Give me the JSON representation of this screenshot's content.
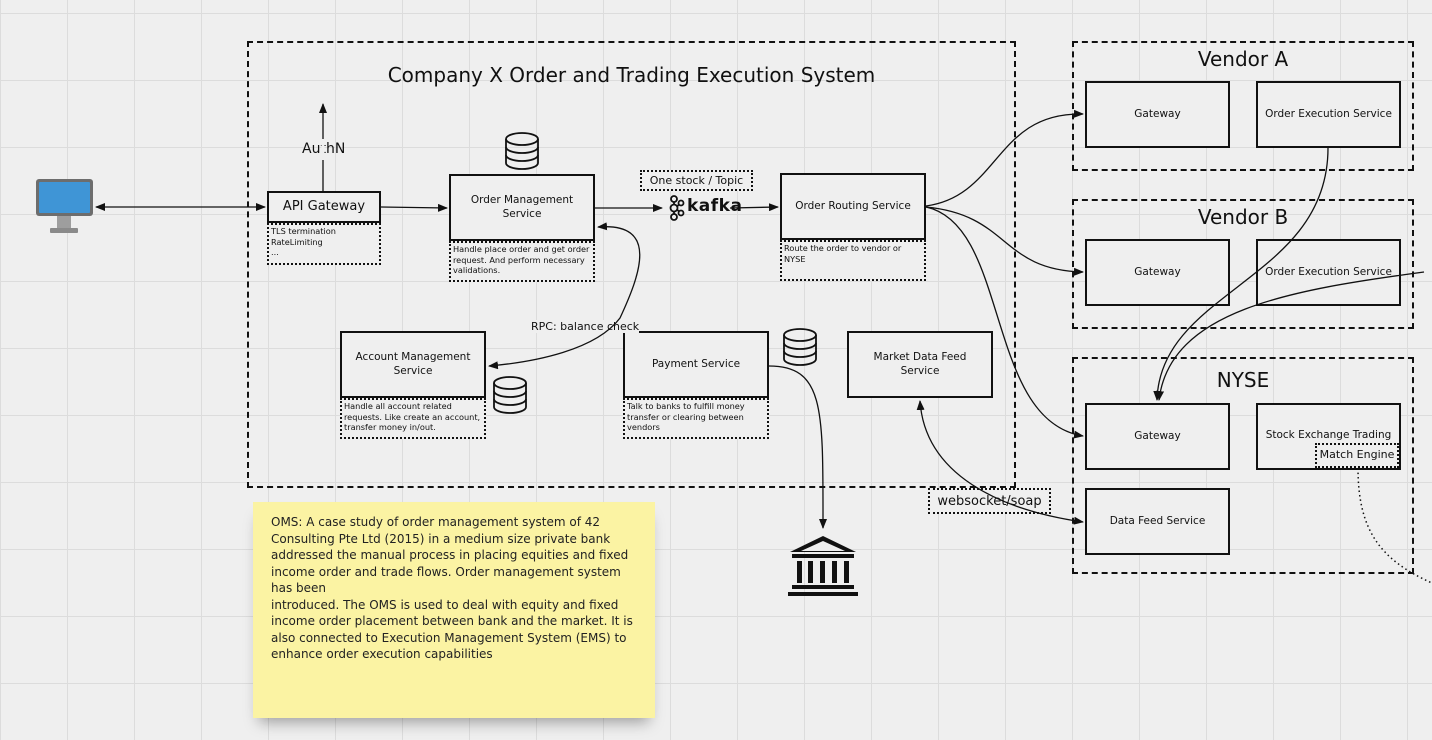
{
  "company_frame": {
    "title": "Company X Order and Trading Execution System"
  },
  "vendor_a": {
    "title": "Vendor A",
    "gateway": "Gateway",
    "oes": "Order Execution Service"
  },
  "vendor_b": {
    "title": "Vendor B",
    "gateway": "Gateway",
    "oes": "Order Execution Service"
  },
  "nyse": {
    "title": "NYSE",
    "gateway": "Gateway",
    "stock_exchange": "Stock Exchange Trading",
    "match_engine": "Match Engine",
    "data_feed": "Data Feed Service"
  },
  "api_gateway": {
    "label": "API Gateway",
    "note": "TLS termination\nRateLimiting\n..."
  },
  "oms": {
    "label": "Order Management Service",
    "note": "Handle place order and get order request. And perform necessary validations."
  },
  "ors": {
    "label": "Order Routing Service",
    "note": "Route the order to vendor or NYSE"
  },
  "account": {
    "label": "Account Management Service",
    "note": "Handle all account related requests. Like create an account, transfer money in/out."
  },
  "payment": {
    "label": "Payment Service",
    "note": "Talk to banks to fulfill money transfer or clearing between vendors"
  },
  "market_data": {
    "label": "Market Data Feed Service"
  },
  "labels": {
    "authn": "AuthN",
    "topic": "One stock / Topic",
    "kafka": "kafka",
    "rpc": "RPC: balance check",
    "websocket": "websocket/soap"
  },
  "sticky_note": {
    "text": "OMS: A case study of order management system of 42 Consulting Pte Ltd (2015) in a medium size private bank\naddressed the manual process in placing equities and fixed income order and trade flows. Order management system has been\nintroduced. The OMS is used to deal with equity and fixed income order placement between bank and the market. It is also connected to Execution Management System (EMS) to enhance order execution capabilities"
  },
  "icons": {
    "client": "desktop-monitor-icon",
    "database": "database-icon",
    "bank": "bank-icon",
    "kafka": "kafka-logo-icon"
  },
  "colors": {
    "sticky": "#fbf3a3",
    "monitor_screen": "#3f95d6",
    "canvas": "#efefef"
  }
}
